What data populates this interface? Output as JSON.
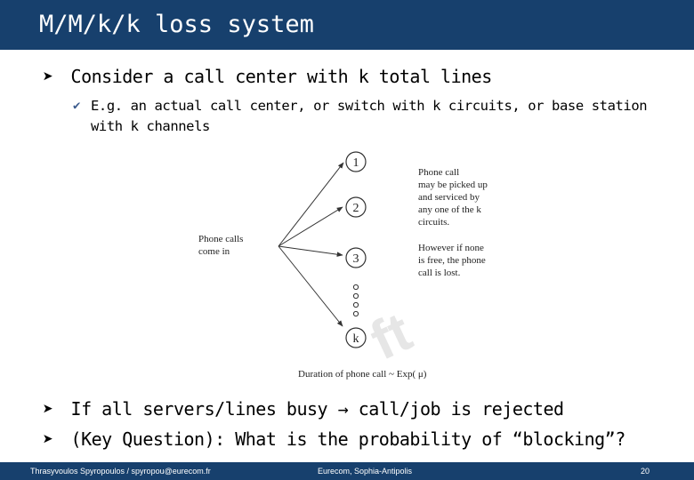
{
  "slide": {
    "title": "M/M/k/k loss system",
    "bullet1": "Consider a call center with k total lines",
    "bullet2": "E.g. an actual call center, or switch with k circuits, or base station with k channels",
    "bullet3_part1": "If all servers/lines busy",
    "bullet3_part2": " call/job is rejected",
    "bullet4": "(Key Question): What is the probability of “blocking”?"
  },
  "diagram": {
    "source_label_line1": "Phone calls",
    "source_label_line2": "come in",
    "servers": [
      "1",
      "2",
      "3",
      "k"
    ],
    "note1_lines": [
      "Phone call",
      "may be picked up",
      "and serviced by",
      "any one of the k",
      "circuits."
    ],
    "note2_lines": [
      "However if none",
      "is free, the phone",
      "call is lost."
    ],
    "caption": "Duration of phone call ~ Exp( μ)",
    "watermark": "ft"
  },
  "footer": {
    "author": "Thrasyvoulos Spyropoulos / spyropou@eurecom.fr",
    "institution": "Eurecom, Sophia-Antipolis",
    "page": "20"
  },
  "colors": {
    "bar": "#17406d",
    "bullet_marker": "#3a5a8c"
  },
  "icons": {
    "bullet1_marker": "arrow-bullet-icon",
    "bullet2_marker": "check-bullet-icon",
    "inline_arrow": "right-arrow-icon"
  }
}
